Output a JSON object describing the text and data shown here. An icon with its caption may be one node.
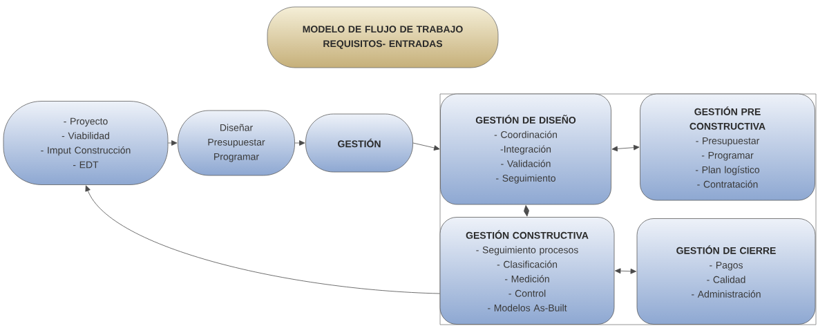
{
  "diagram": {
    "nodes": [
      {
        "text": [
          "MODELO DE FLUJO DE TRABAJO REQUISITOS- ENTRADAS"
        ]
      },
      {
        "text": [
          "- Proyecto",
          "- Viabilidad",
          "- Imput Construcción",
          "- EDT"
        ]
      },
      {
        "text": [
          "Diseñar",
          "Presupuestar",
          "Programar"
        ]
      },
      {
        "text": [
          "GESTIÓN"
        ]
      },
      {
        "text": [],
        "shape": "box"
      },
      {
        "text": [
          "GESTIÓN DE DISEÑO",
          "- Coordinación",
          "-Integración",
          "- Validación",
          "- Seguimiento"
        ],
        "in": 4
      },
      {
        "text": [
          "GESTIÓN PRE CONSTRUCTIVA",
          "- Presupuestar",
          "- Programar",
          "- Plan logístico",
          "- Contratación"
        ],
        "in": 4
      },
      {
        "text": [
          "GESTIÓN CONSTRUCTIVA",
          "- Seguimiento procesos",
          "- Clasificación",
          "- Medición",
          "- Control",
          "- Modelos As-Built"
        ],
        "in": 4
      },
      {
        "text": [
          "GESTIÓN DE CIERRE",
          "- Pagos",
          "- Calidad",
          "- Administración"
        ],
        "in": 4
      }
    ],
    "edges": [
      {
        "from": 1,
        "to": 2,
        "arrow": "to"
      },
      {
        "from": 2,
        "to": 3,
        "arrow": "to"
      },
      {
        "from": 3,
        "to": 5,
        "arrow": "to"
      },
      {
        "from": 5,
        "to": 6,
        "arrow": "both"
      },
      {
        "from": 5,
        "to": 7,
        "arrow": "both"
      },
      {
        "from": 7,
        "to": 8,
        "arrow": "both"
      },
      {
        "from": 7,
        "to": 1,
        "arrow": "to"
      }
    ]
  }
}
